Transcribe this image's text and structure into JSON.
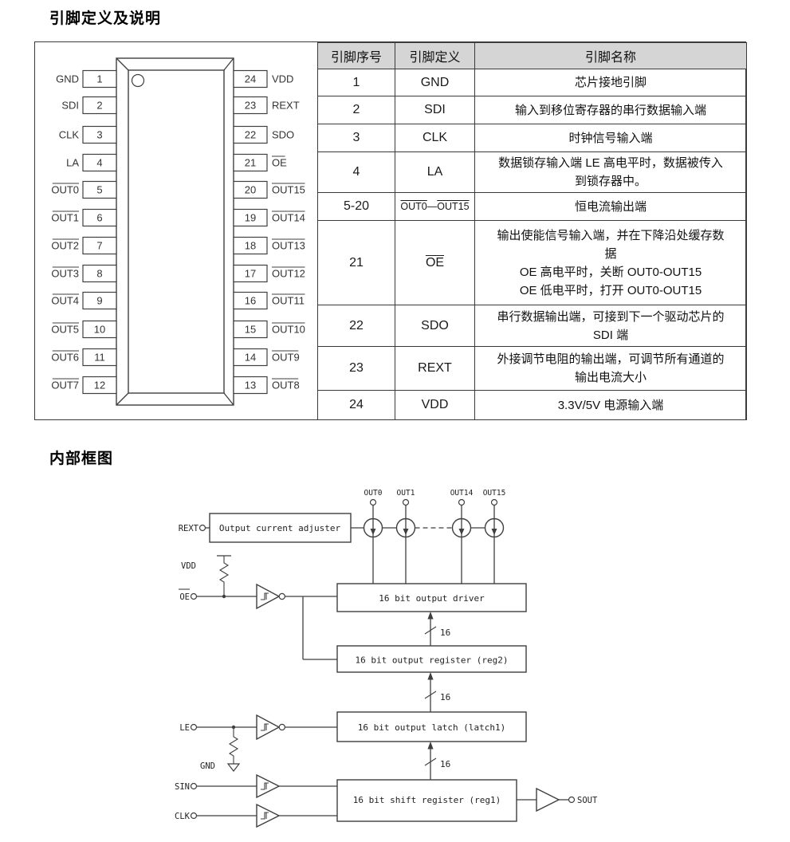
{
  "sections": {
    "pin_section_title": "引脚定义及说明",
    "block_section_title": "内部框图"
  },
  "pin_diagram": {
    "left_pins": [
      {
        "label": "GND",
        "num": "1",
        "ov": false
      },
      {
        "label": "SDI",
        "num": "2",
        "ov": false
      },
      {
        "label": "CLK",
        "num": "3",
        "ov": false
      },
      {
        "label": "LA",
        "num": "4",
        "ov": false
      },
      {
        "label": "OUT0",
        "num": "5",
        "ov": true
      },
      {
        "label": "OUT1",
        "num": "6",
        "ov": true
      },
      {
        "label": "OUT2",
        "num": "7",
        "ov": true
      },
      {
        "label": "OUT3",
        "num": "8",
        "ov": true
      },
      {
        "label": "OUT4",
        "num": "9",
        "ov": true
      },
      {
        "label": "OUT5",
        "num": "10",
        "ov": true
      },
      {
        "label": "OUT6",
        "num": "11",
        "ov": true
      },
      {
        "label": "OUT7",
        "num": "12",
        "ov": true
      }
    ],
    "right_pins": [
      {
        "label": "VDD",
        "num": "24",
        "ov": false
      },
      {
        "label": "REXT",
        "num": "23",
        "ov": false
      },
      {
        "label": "SDO",
        "num": "22",
        "ov": false
      },
      {
        "label": "OE",
        "num": "21",
        "ov": true
      },
      {
        "label": "OUT15",
        "num": "20",
        "ov": true
      },
      {
        "label": "OUT14",
        "num": "19",
        "ov": true
      },
      {
        "label": "OUT13",
        "num": "18",
        "ov": true
      },
      {
        "label": "OUT12",
        "num": "17",
        "ov": true
      },
      {
        "label": "OUT11",
        "num": "16",
        "ov": true
      },
      {
        "label": "OUT10",
        "num": "15",
        "ov": true
      },
      {
        "label": "OUT9",
        "num": "14",
        "ov": true
      },
      {
        "label": "OUT8",
        "num": "13",
        "ov": true
      }
    ]
  },
  "pin_table": {
    "headers": [
      "引脚序号",
      "引脚定义",
      "引脚名称"
    ],
    "rows": [
      {
        "no": "1",
        "def": [
          {
            "t": "GND",
            "ov": false
          }
        ],
        "desc": "芯片接地引脚"
      },
      {
        "no": "2",
        "def": [
          {
            "t": "SDI",
            "ov": false
          }
        ],
        "desc": "输入到移位寄存器的串行数据输入端"
      },
      {
        "no": "3",
        "def": [
          {
            "t": "CLK",
            "ov": false
          }
        ],
        "desc": "时钟信号输入端"
      },
      {
        "no": "4",
        "def": [
          {
            "t": "LA",
            "ov": false
          }
        ],
        "desc": "数据锁存输入端 LE 高电平时，数据被传入\n到锁存器中。"
      },
      {
        "no": "5-20",
        "def": [
          {
            "t": "OUT0",
            "ov": true
          },
          {
            "t": "—",
            "ov": false
          },
          {
            "t": "OUT15",
            "ov": true
          }
        ],
        "desc": "恒电流输出端"
      },
      {
        "no": "21",
        "def": [
          {
            "t": "OE",
            "ov": true
          }
        ],
        "desc": "输出使能信号输入端，并在下降沿处缓存数\n据\nOE 高电平时，关断 OUT0-OUT15\nOE 低电平时，打开 OUT0-OUT15"
      },
      {
        "no": "22",
        "def": [
          {
            "t": "SDO",
            "ov": false
          }
        ],
        "desc": "串行数据输出端，可接到下一个驱动芯片的\nSDI 端"
      },
      {
        "no": "23",
        "def": [
          {
            "t": "REXT",
            "ov": false
          }
        ],
        "desc": "外接调节电阻的输出端，可调节所有通道的\n输出电流大小"
      },
      {
        "no": "24",
        "def": [
          {
            "t": "VDD",
            "ov": false
          }
        ],
        "desc": "3.3V/5V 电源输入端"
      }
    ]
  },
  "block_diagram": {
    "terminals": {
      "rext": "REXT",
      "vdd": "VDD",
      "oe": "OE",
      "le": "LE",
      "gnd": "GND",
      "sin": "SIN",
      "clk": "CLK",
      "sout": "SOUT"
    },
    "outputs": [
      "OUT0",
      "OUT1",
      "OUT14",
      "OUT15"
    ],
    "blocks": {
      "adjuster": "Output current adjuster",
      "driver": "16 bit output driver",
      "reg2": "16 bit output register (reg2)",
      "latch1": "16 bit output latch (latch1)",
      "reg1": "16 bit shift register (reg1)"
    },
    "bus_width_label": "16"
  },
  "colors": {
    "table_header_bg": "#d5d5d5",
    "line": "#3f3f3f",
    "text": "#1a1a1a"
  }
}
